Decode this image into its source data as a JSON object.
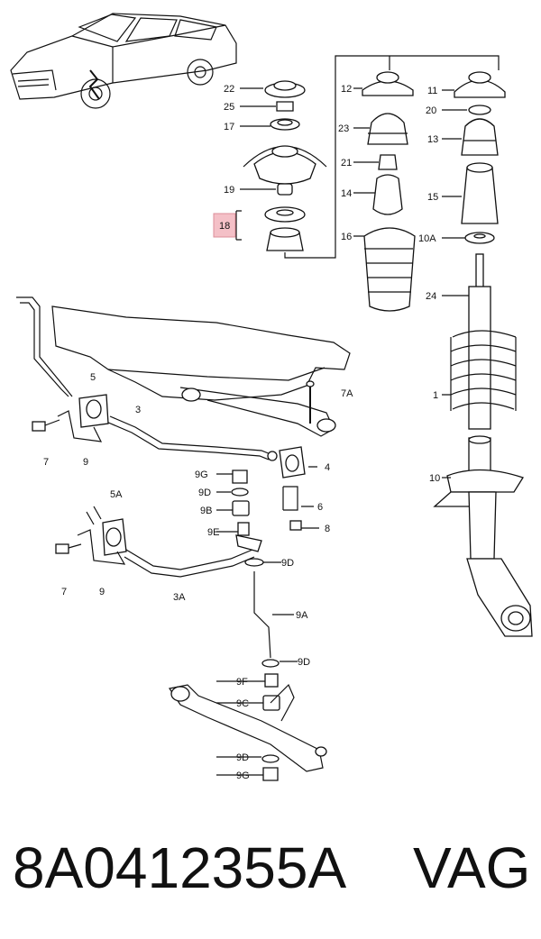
{
  "labels": {
    "l22": "22",
    "l25": "25",
    "l17": "17",
    "l19": "19",
    "l18": "18",
    "l12": "12",
    "l23": "23",
    "l21": "21",
    "l14": "14",
    "l16": "16",
    "l11": "11",
    "l20": "20",
    "l13": "13",
    "l15": "15",
    "l10A": "10A",
    "l24": "24",
    "l1": "1",
    "l10": "10",
    "l5": "5",
    "l3": "3",
    "l7a": "7",
    "l9a": "9",
    "l7A": "7A",
    "l4": "4",
    "l9G": "9G",
    "l9D": "9D",
    "l9B": "9B",
    "l9E": "9E",
    "l6": "6",
    "l8": "8",
    "l5A": "5A",
    "l7b": "7",
    "l9b": "9",
    "l3A": "3A",
    "l9D2": "9D",
    "l9A": "9A",
    "l9D3": "9D",
    "l9F": "9F",
    "l9C": "9C",
    "l9D4": "9D",
    "l9G2": "9G"
  },
  "highlight_color": "#f3b6be",
  "caption": {
    "part_number": "8A0412355A",
    "brand": "VAG"
  }
}
